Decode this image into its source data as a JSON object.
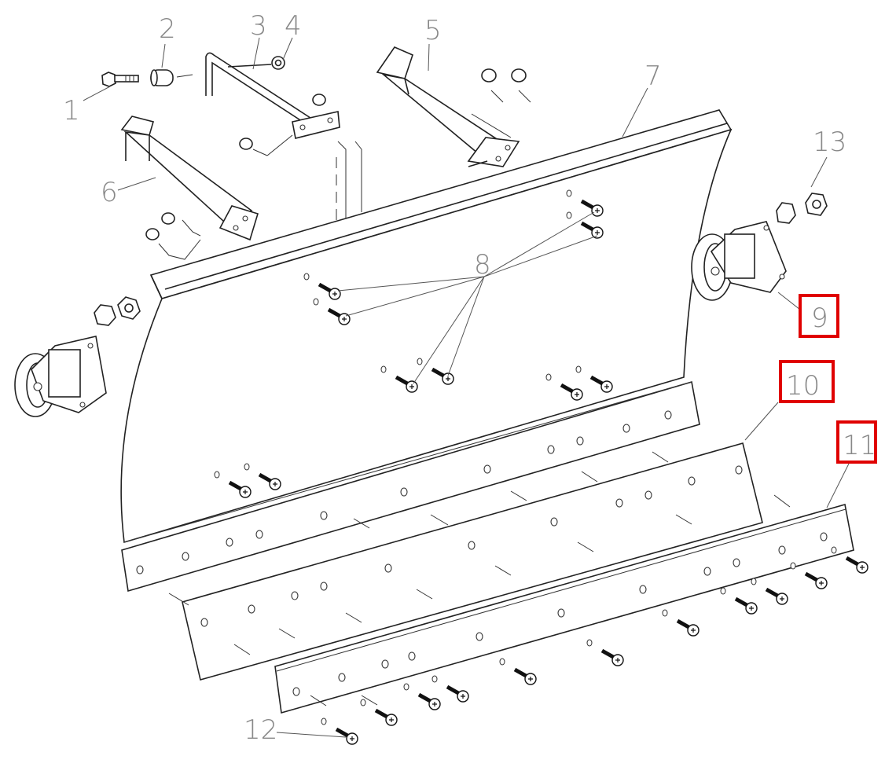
{
  "diagram": {
    "type": "exploded-parts-diagram",
    "callouts": [
      {
        "id": "c1",
        "label": "1"
      },
      {
        "id": "c2",
        "label": "2"
      },
      {
        "id": "c3",
        "label": "3"
      },
      {
        "id": "c4",
        "label": "4"
      },
      {
        "id": "c5",
        "label": "5"
      },
      {
        "id": "c6",
        "label": "6"
      },
      {
        "id": "c7",
        "label": "7"
      },
      {
        "id": "c8",
        "label": "8"
      },
      {
        "id": "c9",
        "label": "9",
        "highlighted": true
      },
      {
        "id": "c10",
        "label": "10",
        "highlighted": true
      },
      {
        "id": "c11",
        "label": "11",
        "highlighted": true
      },
      {
        "id": "c12",
        "label": "12"
      },
      {
        "id": "c13",
        "label": "13"
      }
    ],
    "highlight_color": "#e00000",
    "line_color": "#222222",
    "label_color": "#888888"
  }
}
